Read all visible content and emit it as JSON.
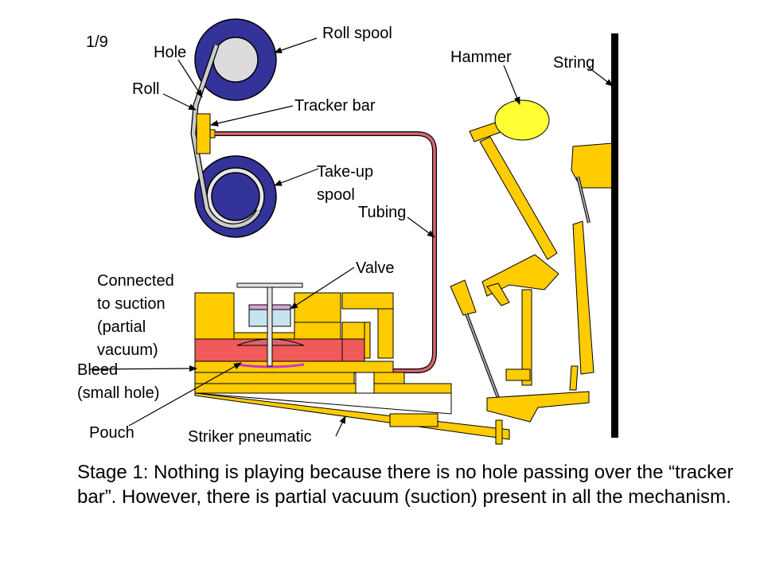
{
  "slide": {
    "page_number": "1/9",
    "caption": "Stage 1: Nothing is playing because there is no hole passing over the “tracker bar”. However, there is partial vacuum (suction) present in all the mechanism."
  },
  "labels": {
    "roll_spool": "Roll spool",
    "hole": "Hole",
    "roll": "Roll",
    "tracker_bar": "Tracker bar",
    "take_up_1": "Take-up",
    "take_up_2": "spool",
    "tubing": "Tubing",
    "valve": "Valve",
    "suction_1": "Connected",
    "suction_2": "to suction",
    "suction_3": "(partial",
    "suction_4": "vacuum)",
    "bleed_1": "Bleed",
    "bleed_2": "(small hole)",
    "pouch": "Pouch",
    "striker": "Striker pneumatic",
    "hammer": "Hammer",
    "string": "String"
  },
  "colors": {
    "spool": "#33339a",
    "spool_core": "#dcdcdc",
    "wood": "#ffcc00",
    "vacuum": "#f05a5a",
    "tubing": "#d9646e",
    "valve_chamber": "#c6e4ee",
    "hammer_head": "#ffff33",
    "string": "#000000"
  }
}
